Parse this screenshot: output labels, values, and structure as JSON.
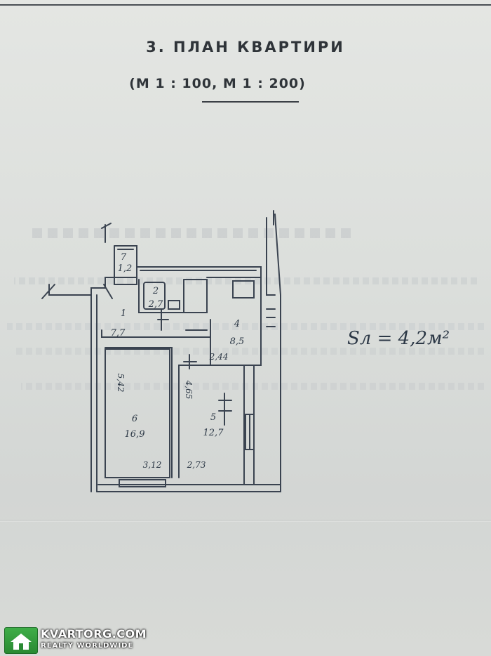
{
  "header": {
    "title": "3. ПЛАН КВАРТИРИ",
    "scale": "(М 1 : 100, М 1 : 200)"
  },
  "plan": {
    "rooms": [
      {
        "number": "1",
        "area": "7,7"
      },
      {
        "number": "2",
        "area": "2,7"
      },
      {
        "number": "4",
        "area": "8,5"
      },
      {
        "number": "5",
        "area": "12,7"
      },
      {
        "number": "6",
        "area": "16,9"
      },
      {
        "number": "7",
        "area": "1,2"
      }
    ],
    "dimensions": [
      "5,42",
      "4,65",
      "2,44",
      "3,12",
      "2,73"
    ],
    "balcony_note": "Sл = 4,2м²"
  },
  "watermark": {
    "brand": "KVARTORG.COM",
    "slogan": "REALTY WORLDWIDE"
  },
  "colors": {
    "ink": "#2c3846",
    "paper": "#dcdfdc",
    "badge": "#3fae48"
  }
}
